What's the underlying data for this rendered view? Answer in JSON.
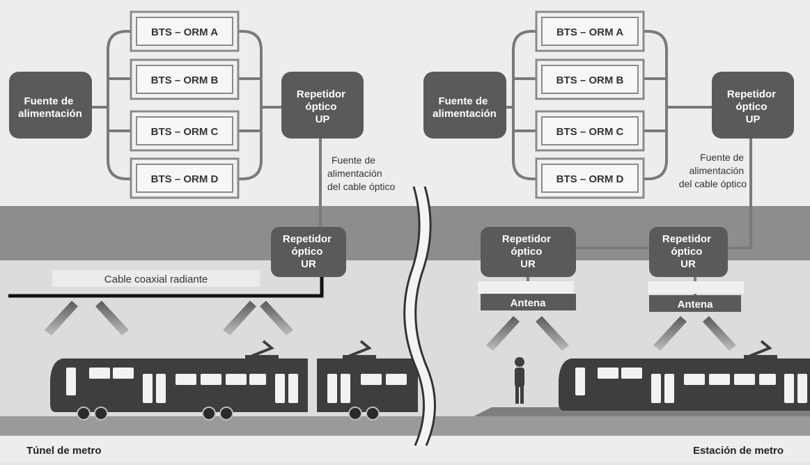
{
  "left": {
    "power_source": [
      "Fuente de",
      "alimentación"
    ],
    "bts": [
      "BTS – ORM A",
      "BTS – ORM B",
      "BTS – ORM C",
      "BTS – ORM D"
    ],
    "repeater_up": [
      "Repetidor",
      "óptico",
      "UP"
    ],
    "cable_power": [
      "Fuente de",
      "alimentación",
      "del cable óptico"
    ],
    "repeater_ur": [
      "Repetidor",
      "óptico",
      "UR"
    ],
    "coax_label": "Cable coaxial radiante",
    "caption": "Túnel de metro"
  },
  "right": {
    "power_source": [
      "Fuente de",
      "alimentación"
    ],
    "bts": [
      "BTS – ORM A",
      "BTS – ORM B",
      "BTS – ORM C",
      "BTS – ORM D"
    ],
    "repeater_up": [
      "Repetidor",
      "óptico",
      "UP"
    ],
    "cable_power": [
      "Fuente de",
      "alimentación",
      "del cable óptico"
    ],
    "repeater_ur_1": [
      "Repetidor",
      "óptico",
      "UR"
    ],
    "repeater_ur_2": [
      "Repetidor",
      "óptico",
      "UR"
    ],
    "antenna_1": "Antena",
    "antenna_2": "Antena",
    "caption": "Estación de metro"
  },
  "colors": {
    "background": "#e7e7e7",
    "dark_box": "#5a5a5a",
    "tunnel_band": "#8d8d8d",
    "line": "#7a7a7a",
    "train": "#3e3e3e"
  }
}
